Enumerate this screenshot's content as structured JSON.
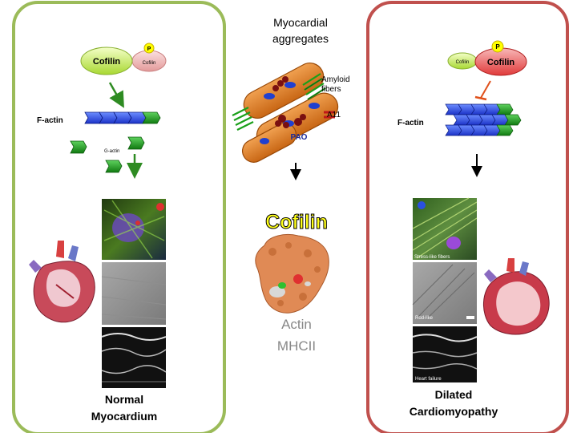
{
  "left_panel": {
    "cofilin_label": "Cofilin",
    "cofilin_small_label": "Cofilin",
    "p_label": "P",
    "factin_label": "F-actin",
    "gactin_label": "G-actin",
    "title_line1": "Normal",
    "title_line2": "Myocardium",
    "border_color": "#9bbb59"
  },
  "center_panel": {
    "title_line1": "Myocardial",
    "title_line2": "aggregates",
    "amyloid_line1": "Amyloid",
    "amyloid_line2": "fibers",
    "a11_label": "A11",
    "pao_label": "PAO",
    "cofilin_title": "Cofilin",
    "actin_label": "Actin",
    "mhcii_label": "MHCII"
  },
  "right_panel": {
    "cofilin_label": "Cofilin",
    "cofilin_small_label": "Cofilin",
    "p_label": "P",
    "factin_label": "F-actin",
    "micro1_label": "Stress-like fibers",
    "micro2_label": "Rod-like",
    "micro3_label": "Heart failure",
    "title_line1": "Dilated",
    "title_line2": "Cardiomyopathy",
    "border_color": "#c0504d"
  }
}
